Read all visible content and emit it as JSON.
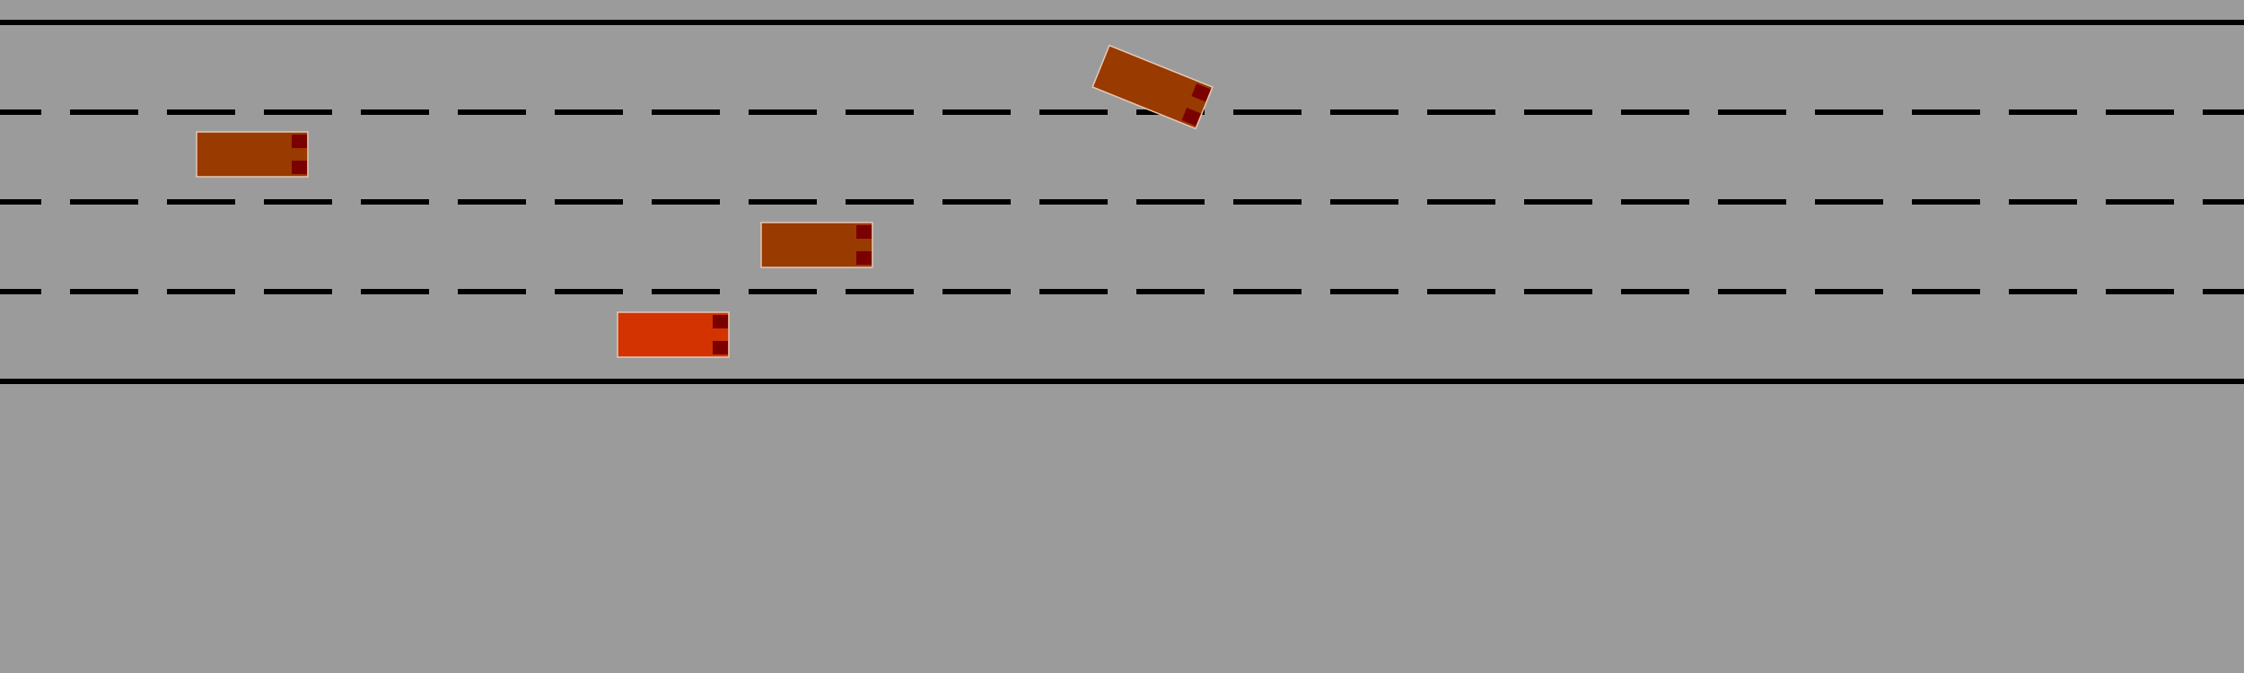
{
  "simulation": {
    "lane_count": 4,
    "colors": {
      "road": "#9b9b9b",
      "lane_marking": "#000000",
      "ego_vehicle_body": "#d23300",
      "other_vehicle_body": "#993a00",
      "vehicle_lights": "#7b0000",
      "vehicle_outline": "#e6c8b4"
    },
    "vehicles": [
      {
        "role": "ego",
        "lane": 4,
        "heading_deg": 0,
        "icon": "ego-car-icon"
      },
      {
        "role": "other",
        "lane": 2,
        "heading_deg": 0,
        "icon": "car-icon"
      },
      {
        "role": "other",
        "lane": 3,
        "heading_deg": 0,
        "icon": "car-icon"
      },
      {
        "role": "other",
        "lane": 1,
        "heading_deg": 22,
        "icon": "car-icon"
      }
    ]
  }
}
